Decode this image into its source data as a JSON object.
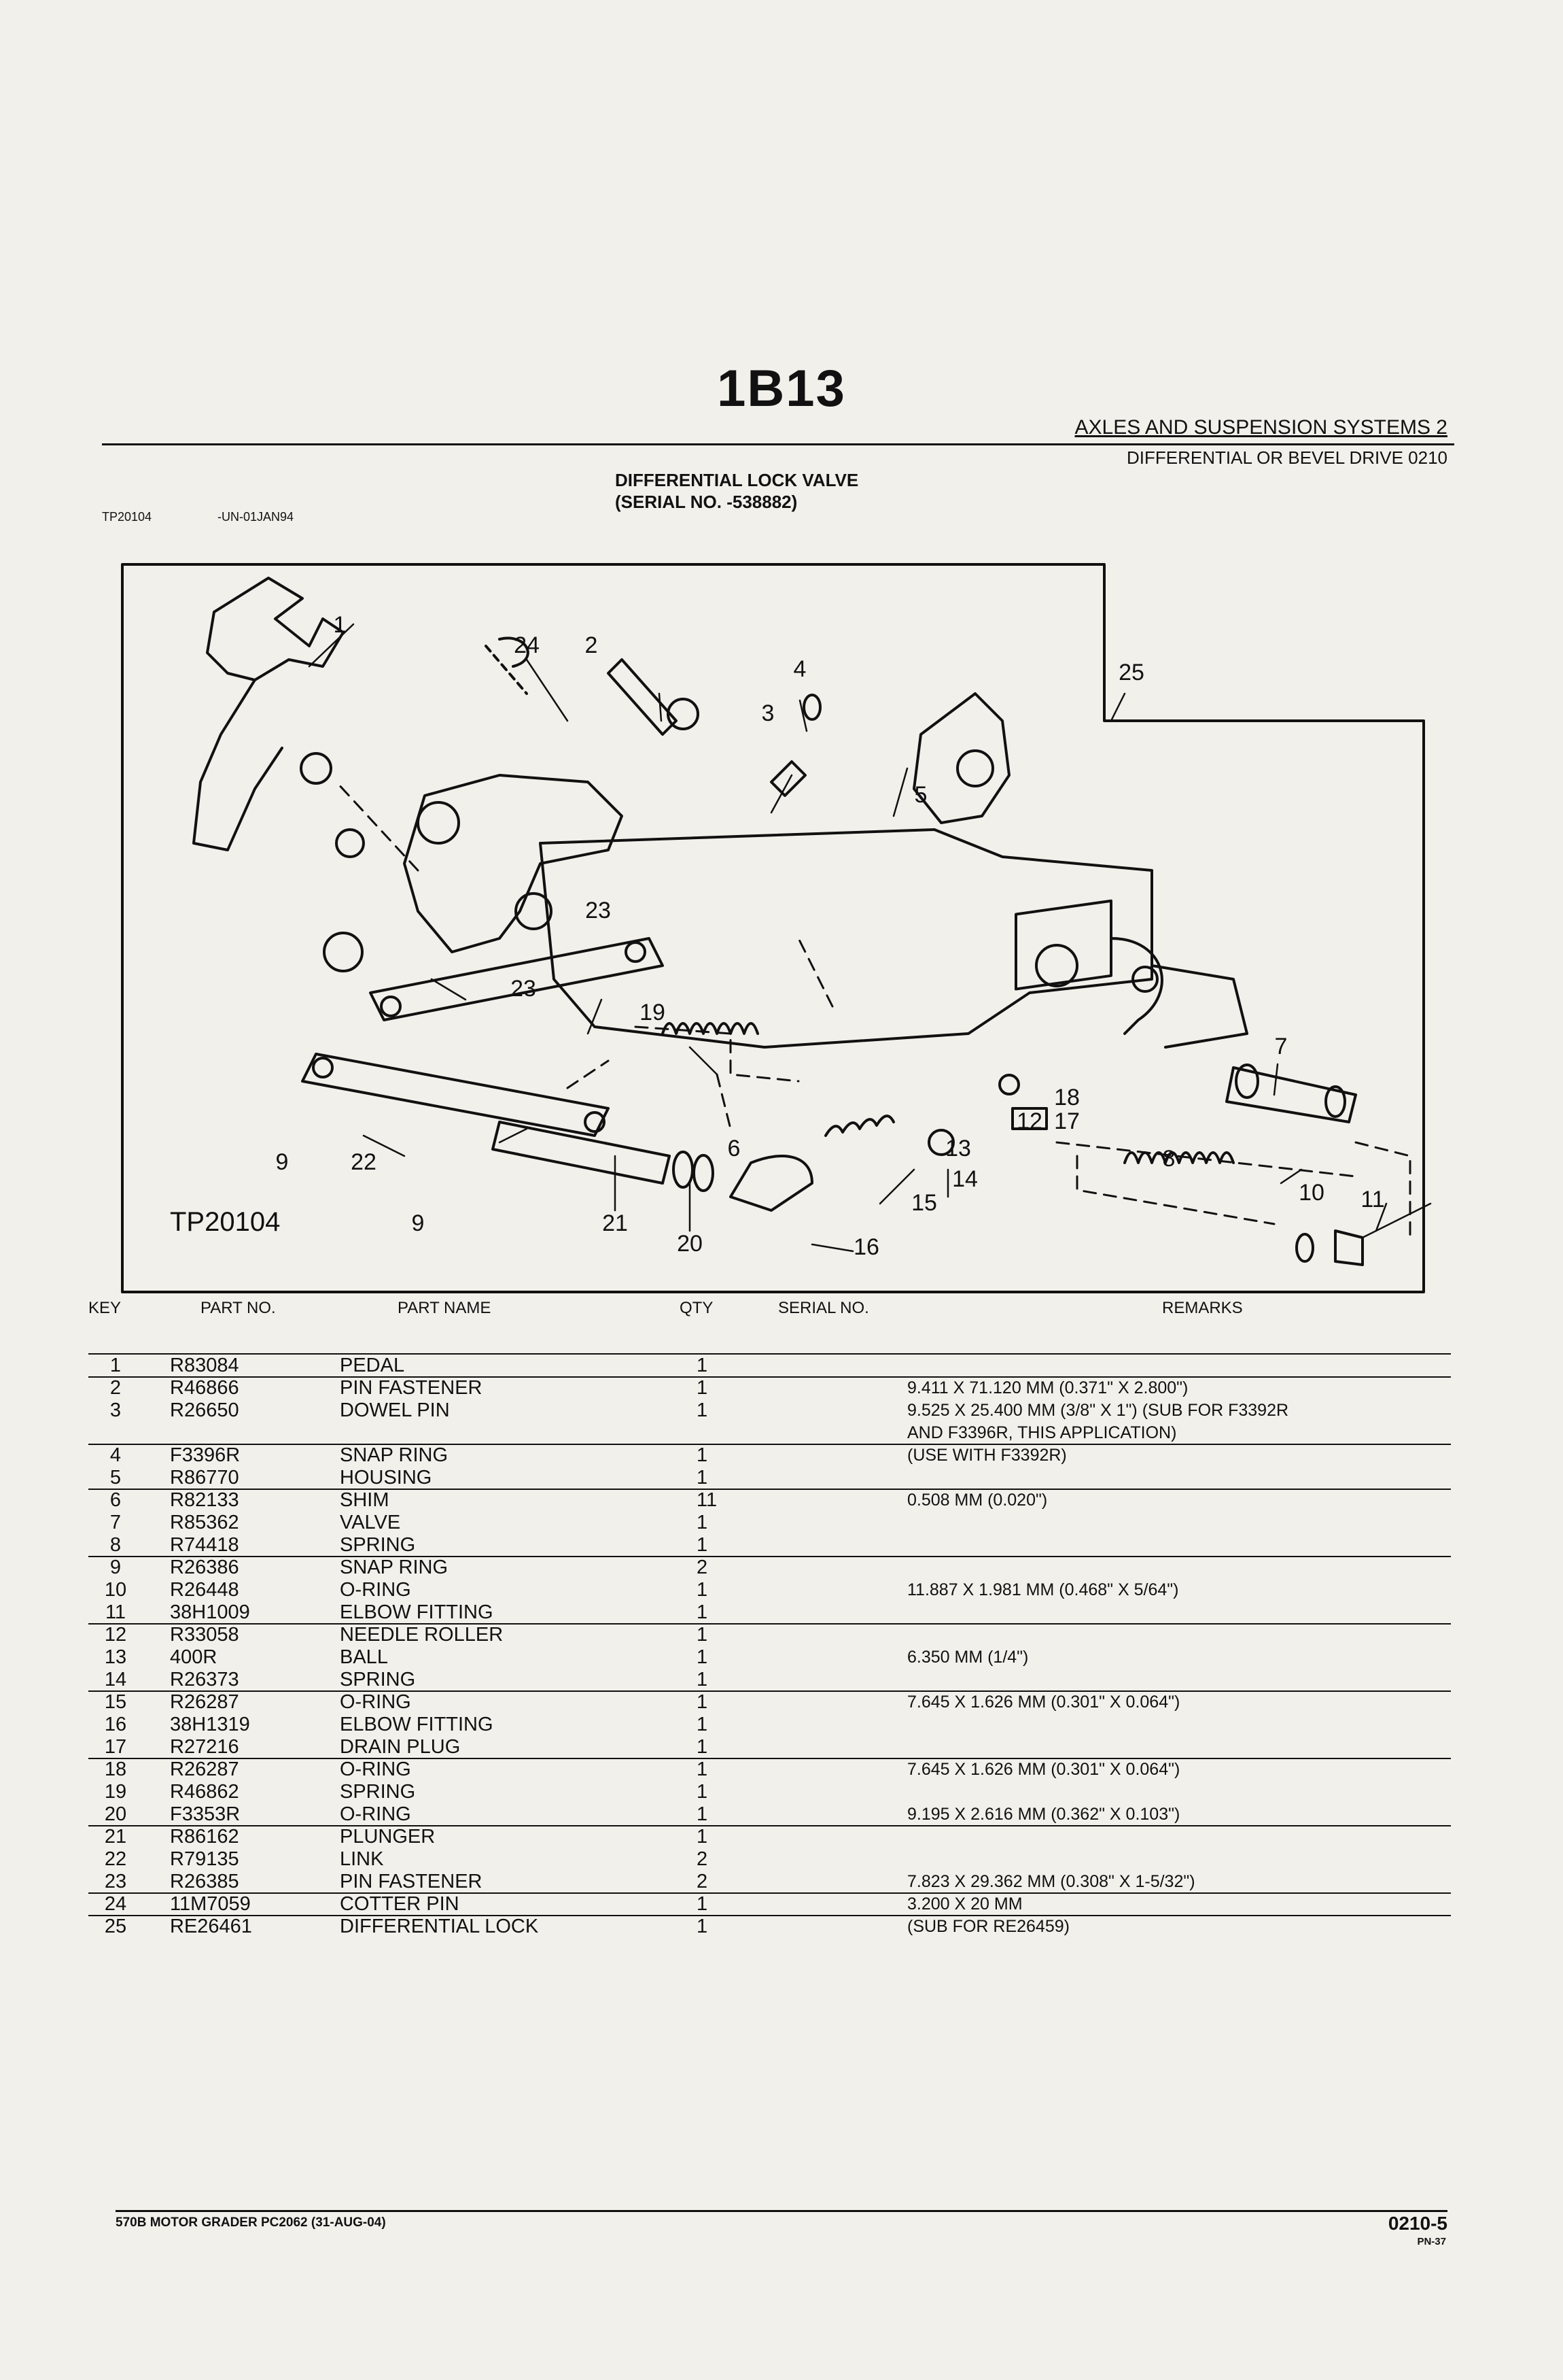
{
  "header": {
    "page_title": "1B13",
    "section_title": "AXLES AND SUSPENSION SYSTEMS   2",
    "section_sub": "DIFFERENTIAL OR BEVEL DRIVE  0210",
    "diagram_title_1": "DIFFERENTIAL LOCK VALVE",
    "diagram_title_2": "(SERIAL NO.   -538882)",
    "tp_code": "TP20104",
    "tp_date": "-UN-01JAN94"
  },
  "diagram": {
    "figure_label": "TP20104",
    "callouts": [
      "1",
      "24",
      "2",
      "4",
      "3",
      "5",
      "25",
      "23",
      "23",
      "19",
      "7",
      "18",
      "12",
      "17",
      "8",
      "10",
      "11",
      "9",
      "22",
      "9",
      "21",
      "20",
      "6",
      "16",
      "15",
      "14",
      "13"
    ]
  },
  "table": {
    "columns": [
      "KEY",
      "PART NO.",
      "PART NAME",
      "QTY",
      "SERIAL NO.",
      "REMARKS"
    ],
    "rows": [
      {
        "key": "1",
        "part": "R83084",
        "name": "PEDAL",
        "qty": "1",
        "remarks": ""
      },
      {
        "key": "2",
        "part": "R46866",
        "name": "PIN FASTENER",
        "qty": "1",
        "remarks": "9.411 X 71.120 MM (0.371\" X 2.800\")"
      },
      {
        "key": "3",
        "part": "R26650",
        "name": "DOWEL PIN",
        "qty": "1",
        "remarks": "9.525 X 25.400 MM (3/8\" X 1\") (SUB FOR F3392R"
      },
      {
        "key": "",
        "part": "",
        "name": "",
        "qty": "",
        "remarks": "AND F3396R, THIS APPLICATION)"
      },
      {
        "key": "4",
        "part": "F3396R",
        "name": "SNAP RING",
        "qty": "1",
        "remarks": "(USE WITH F3392R)"
      },
      {
        "key": "5",
        "part": "R86770",
        "name": "HOUSING",
        "qty": "1",
        "remarks": ""
      },
      {
        "key": "6",
        "part": "R82133",
        "name": "SHIM",
        "qty": "11",
        "remarks": "0.508 MM (0.020\")"
      },
      {
        "key": "7",
        "part": "R85362",
        "name": "VALVE",
        "qty": "1",
        "remarks": ""
      },
      {
        "key": "8",
        "part": "R74418",
        "name": "SPRING",
        "qty": "1",
        "remarks": ""
      },
      {
        "key": "9",
        "part": "R26386",
        "name": "SNAP RING",
        "qty": "2",
        "remarks": ""
      },
      {
        "key": "10",
        "part": "R26448",
        "name": "O-RING",
        "qty": "1",
        "remarks": "11.887 X 1.981 MM (0.468\" X 5/64\")"
      },
      {
        "key": "11",
        "part": "38H1009",
        "name": "ELBOW FITTING",
        "qty": "1",
        "remarks": ""
      },
      {
        "key": "12",
        "part": "R33058",
        "name": "NEEDLE ROLLER",
        "qty": "1",
        "remarks": ""
      },
      {
        "key": "13",
        "part": "400R",
        "name": "BALL",
        "qty": "1",
        "remarks": "6.350 MM (1/4\")"
      },
      {
        "key": "14",
        "part": "R26373",
        "name": "SPRING",
        "qty": "1",
        "remarks": ""
      },
      {
        "key": "15",
        "part": "R26287",
        "name": "O-RING",
        "qty": "1",
        "remarks": "7.645 X 1.626 MM (0.301\" X 0.064\")"
      },
      {
        "key": "16",
        "part": "38H1319",
        "name": "ELBOW FITTING",
        "qty": "1",
        "remarks": ""
      },
      {
        "key": "17",
        "part": "R27216",
        "name": "DRAIN PLUG",
        "qty": "1",
        "remarks": ""
      },
      {
        "key": "18",
        "part": "R26287",
        "name": "O-RING",
        "qty": "1",
        "remarks": "7.645 X 1.626 MM (0.301\" X 0.064\")"
      },
      {
        "key": "19",
        "part": "R46862",
        "name": "SPRING",
        "qty": "1",
        "remarks": ""
      },
      {
        "key": "20",
        "part": "F3353R",
        "name": "O-RING",
        "qty": "1",
        "remarks": "9.195 X 2.616 MM (0.362\" X 0.103\")"
      },
      {
        "key": "21",
        "part": "R86162",
        "name": "PLUNGER",
        "qty": "1",
        "remarks": ""
      },
      {
        "key": "22",
        "part": "R79135",
        "name": "LINK",
        "qty": "2",
        "remarks": ""
      },
      {
        "key": "23",
        "part": "R26385",
        "name": "PIN FASTENER",
        "qty": "2",
        "remarks": "7.823 X 29.362 MM (0.308\" X 1-5/32\")"
      },
      {
        "key": "24",
        "part": "11M7059",
        "name": "COTTER PIN",
        "qty": "1",
        "remarks": "3.200 X 20 MM"
      },
      {
        "key": "25",
        "part": "RE26461",
        "name": "DIFFERENTIAL LOCK",
        "qty": "1",
        "remarks": "(SUB FOR RE26459)"
      }
    ]
  },
  "footer": {
    "left": "570B MOTOR GRADER  PC2062   (31-AUG-04)",
    "page": "0210-5",
    "pn": "PN-37"
  }
}
